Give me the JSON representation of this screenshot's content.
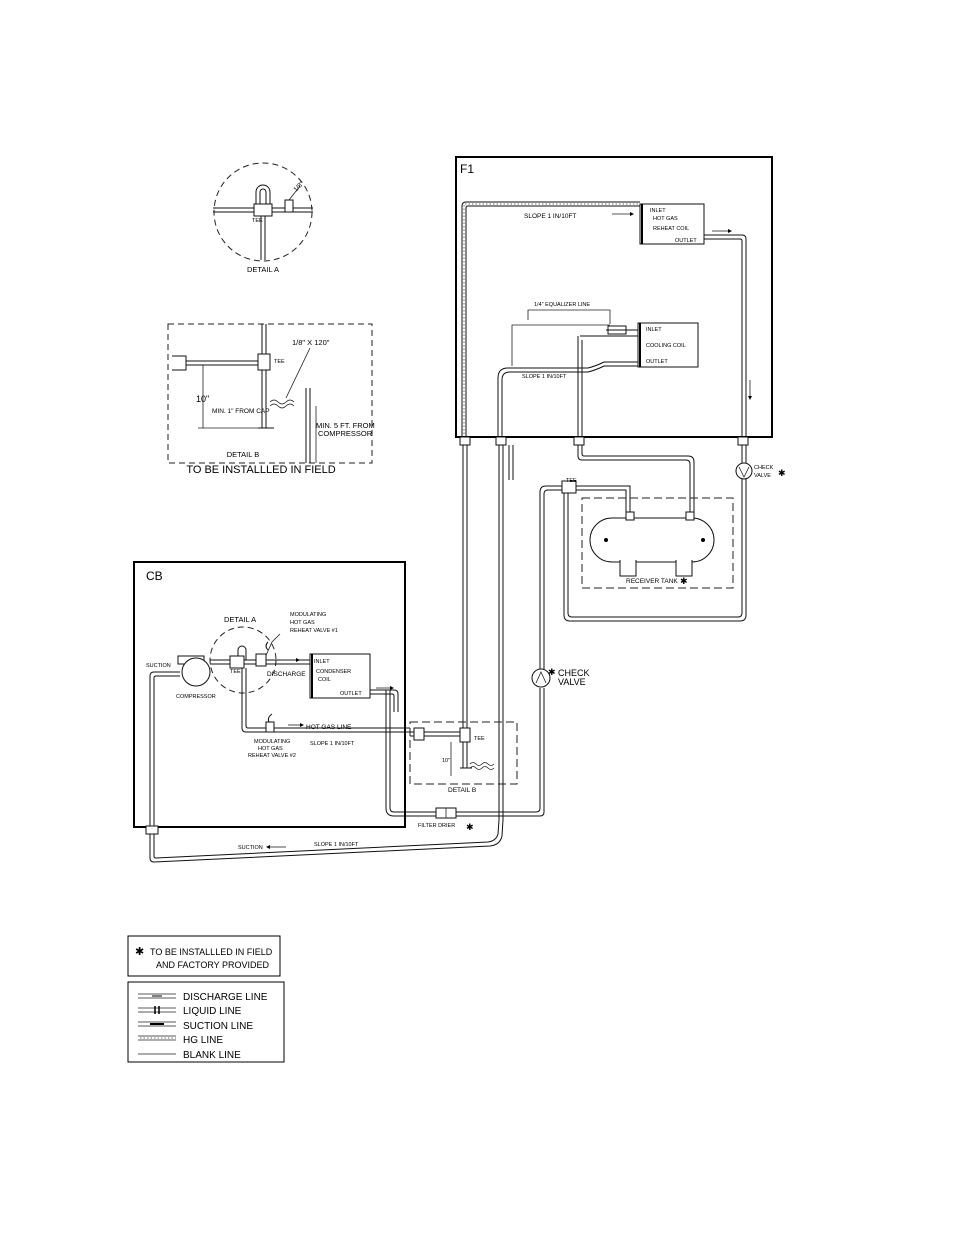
{
  "detail_a": {
    "tee": "TEE",
    "angle": "1/8\"",
    "caption": "DETAIL A"
  },
  "detail_b": {
    "tee": "TEE",
    "cap_note": "1/8\" X 120\"",
    "height": "10\"",
    "min_cap": "MIN. 1\" FROM CAP",
    "min_comp_1": "MIN. 5 FT. FROM",
    "min_comp_2": "COMPRESSOR",
    "caption": "DETAIL B",
    "install_note": "TO BE INSTALLLED IN FIELD"
  },
  "f1": {
    "label": "F1",
    "slope_top": "SLOPE 1 IN/10FT",
    "reheat_coil": {
      "inlet": "INLET",
      "line1": "HOT GAS",
      "line2": "REHEAT COIL",
      "outlet": "OUTLET"
    },
    "equalizer": "1/4\" EQUALIZER LINE",
    "slope_mid": "SLOPE 1 IN/10FT",
    "cooling_coil": {
      "inlet": "INLET",
      "line1": "COOLING COIL",
      "outlet": "OUTLET"
    }
  },
  "check_valve_top": {
    "line1": "CHECK",
    "line2": "VALVE"
  },
  "receiver": {
    "tee": "TEE",
    "label": "RECEIVER TANK"
  },
  "check_valve_mid": {
    "line1": "CHECK",
    "line2": "VALVE"
  },
  "cb": {
    "label": "CB",
    "detail_a": "DETAIL A",
    "valve1": {
      "line1": "MODULATING",
      "line2": "HOT GAS",
      "line3": "REHEAT VALVE #1"
    },
    "suction": "SUCTION",
    "compressor": "COMPRESSOR",
    "tee": "TEE",
    "discharge": "DISCHARGE",
    "condenser": {
      "inlet": "INLET",
      "line1": "CONDENSER",
      "line2": "COIL",
      "outlet": "OUTLET"
    },
    "hot_gas_line": "HOT GAS LINE",
    "slope": "SLOPE 1 IN/10FT",
    "valve2": {
      "line1": "MODULATING",
      "line2": "HOT GAS",
      "line3": "REHEAT VALVE #2"
    }
  },
  "detail_b_field": {
    "tee": "TEE",
    "height": "10\"",
    "caption": "DETAIL B"
  },
  "filter_drier": "FILTER DRIER",
  "bottom": {
    "suction": "SUCTION",
    "slope": "SLOPE 1 IN/10FT"
  },
  "legend_note": {
    "line1": "TO BE INSTALLLED IN FIELD",
    "line2": "AND FACTORY PROVIDED"
  },
  "legend": {
    "discharge": "DISCHARGE LINE",
    "liquid": "LIQUID LINE",
    "suction": "SUCTION LINE",
    "hg": "HG LINE",
    "blank": "BLANK LINE"
  }
}
